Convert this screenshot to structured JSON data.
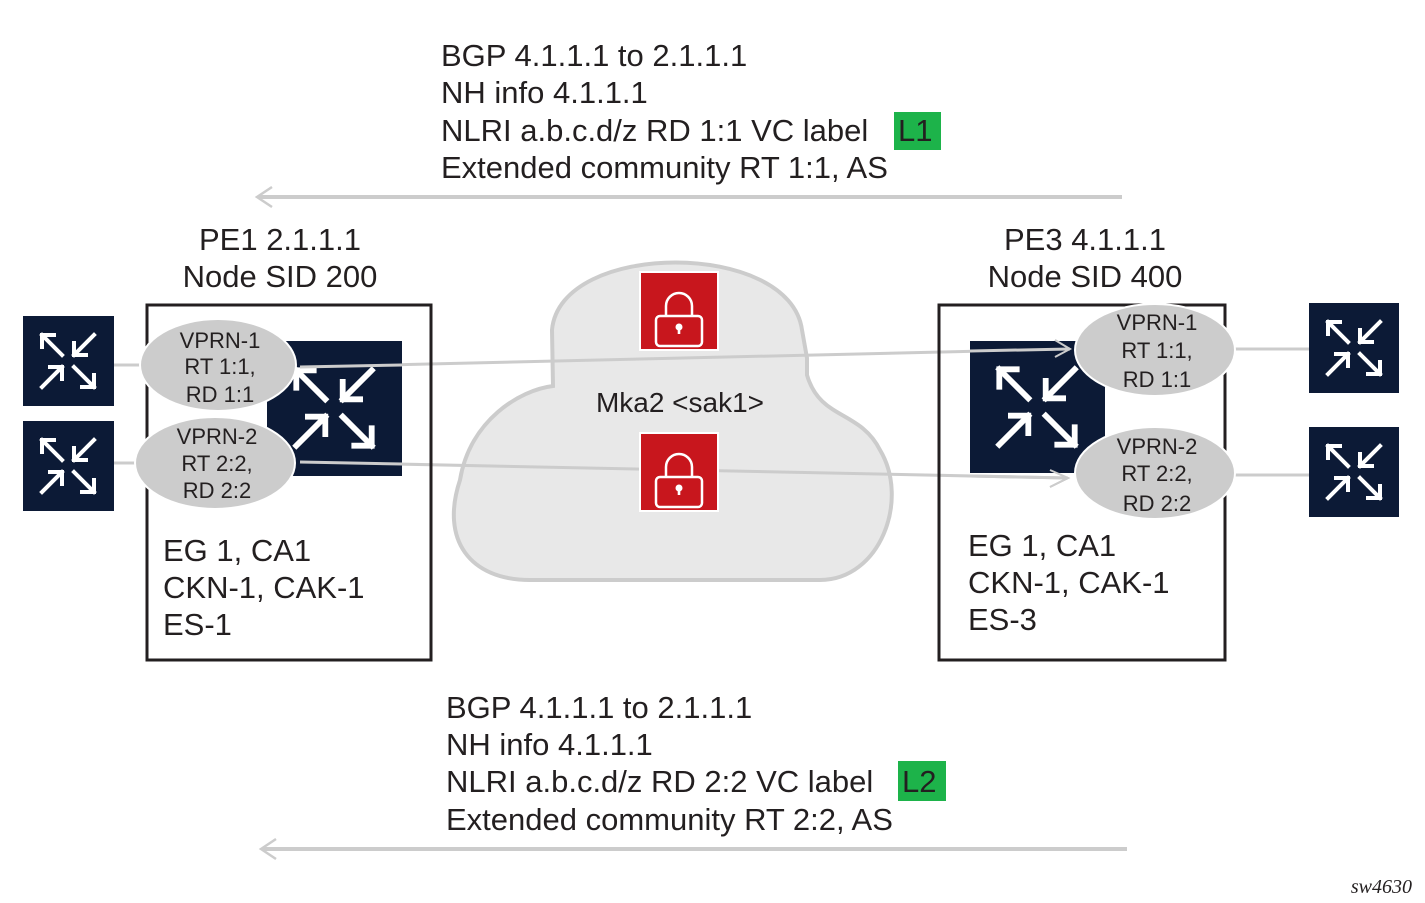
{
  "top_advert": {
    "lines": [
      "BGP 4.1.1.1 to 2.1.1.1",
      "NH info 4.1.1.1",
      "NLRI a.b.c.d/z RD 1:1 VC label",
      "Extended community RT 1:1, AS"
    ],
    "label": "L1",
    "label_color": "#1db34a"
  },
  "bottom_advert": {
    "lines": [
      "BGP 4.1.1.1 to 2.1.1.1",
      "NH info 4.1.1.1",
      "NLRI a.b.c.d/z RD 2:2 VC label",
      "Extended community RT 2:2, AS"
    ],
    "label": "L2",
    "label_color": "#1db34a"
  },
  "pe1": {
    "title": "PE1 2.1.1.1",
    "subtitle": "Node SID 200",
    "vprn1": [
      "VPRN-1",
      "RT 1:1,",
      "RD 1:1"
    ],
    "vprn2": [
      "VPRN-2",
      "RT 2:2,",
      "RD 2:2"
    ],
    "info": [
      "EG 1, CA1",
      "CKN-1, CAK-1",
      "ES-1"
    ]
  },
  "pe3": {
    "title": "PE3 4.1.1.1",
    "subtitle": "Node SID 400",
    "vprn1": [
      "VPRN-1",
      "RT 1:1,",
      "RD 1:1"
    ],
    "vprn2": [
      "VPRN-2",
      "RT 2:2,",
      "RD 2:2"
    ],
    "info": [
      "EG 1, CA1",
      "CKN-1, CAK-1",
      "ES-3"
    ]
  },
  "cloud": {
    "label": "Mka2 <sak1>",
    "lock_icon": "lock-icon",
    "lock_color": "#c8161d"
  },
  "router_icon": "router-arrows-icon",
  "router_color": "#0c1a36",
  "figure_id": "sw4630"
}
